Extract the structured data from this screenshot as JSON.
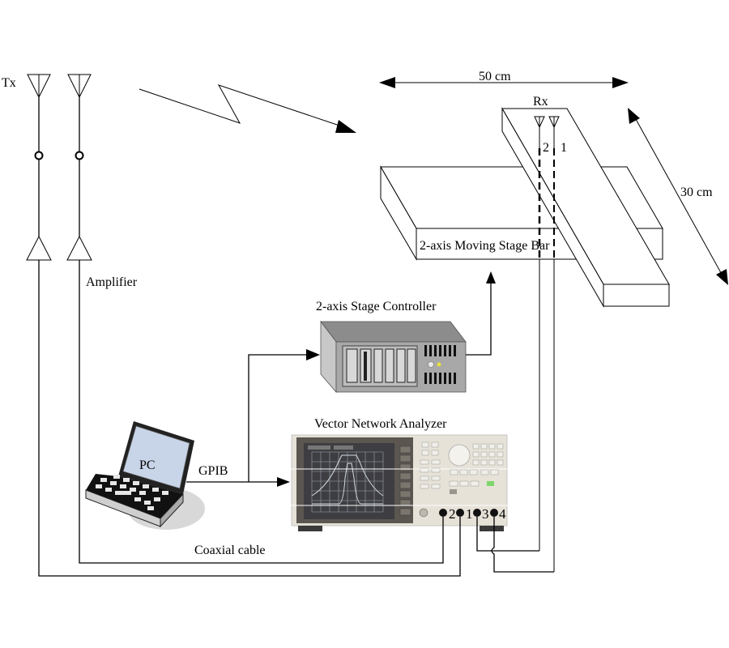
{
  "labels": {
    "tx": "Tx",
    "rx": "Rx",
    "amplifier": "Amplifier",
    "width_dim": "50 cm",
    "depth_dim": "30 cm",
    "stage_bar": "2-axis Moving Stage Bar",
    "stage_controller": "2-axis Stage  Controller",
    "vna": "Vector Network Analyzer",
    "pc": "PC",
    "gpib": "GPIB",
    "coax": "Coaxial cable",
    "rx_ant_2": "2",
    "rx_ant_1": "1",
    "port_2": "2",
    "port_1": "1",
    "port_3": "3",
    "port_4": "4"
  },
  "colors": {
    "line": "#000000",
    "device_gray": "#9a9a9a",
    "device_dark": "#6e6e6e",
    "vna_body": "#e6e2d8",
    "vna_bezel": "#5b5650",
    "vna_screen": "#3e3e42",
    "trace": "#c8d0d8",
    "laptop_screen": "#c8d4e8",
    "indicator_green": "#7cd66a",
    "indicator_yellow": "#e6e23c"
  }
}
